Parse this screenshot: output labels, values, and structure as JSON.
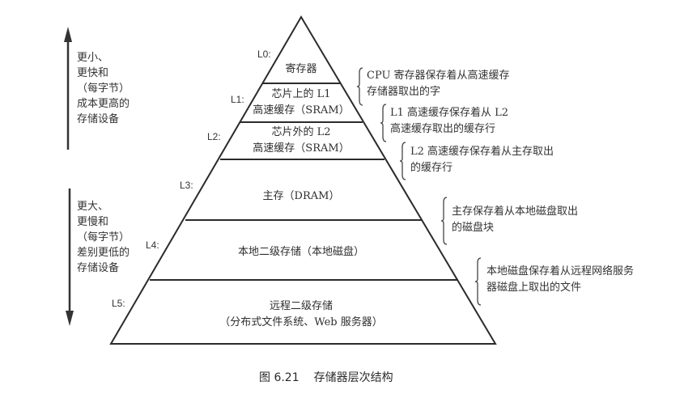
{
  "diagram": {
    "type": "pyramid",
    "side_arrows": {
      "up": {
        "lines": [
          "更小、",
          "更快和",
          "（每字节）",
          "成本更高的",
          "存储设备"
        ]
      },
      "down": {
        "lines": [
          "更大、",
          "更慢和",
          "（每字节）",
          "差别更低的",
          "存储设备"
        ]
      }
    },
    "levels": [
      {
        "id": "L0",
        "label": "L0:",
        "lines": [
          "寄存器"
        ]
      },
      {
        "id": "L1",
        "label": "L1:",
        "lines": [
          "芯片上的 L1",
          "高速缓存（SRAM）"
        ]
      },
      {
        "id": "L2",
        "label": "L2:",
        "lines": [
          "芯片外的 L2",
          "高速缓存（SRAM）"
        ]
      },
      {
        "id": "L3",
        "label": "L3:",
        "lines": [
          "主存（DRAM）"
        ]
      },
      {
        "id": "L4",
        "label": "L4:",
        "lines": [
          "本地二级存储（本地磁盘）"
        ]
      },
      {
        "id": "L5",
        "label": "L5:",
        "lines": [
          "远程二级存储",
          "（分布式文件系统、Web 服务器）"
        ]
      }
    ],
    "notes": [
      {
        "lines": [
          "CPU 寄存器保存着从高速缓存",
          "存储器取出的字"
        ]
      },
      {
        "lines": [
          "L1 高速缓存保存着从 L2",
          "高速缓存取出的缓存行"
        ]
      },
      {
        "lines": [
          "L2 高速缓存保存着从主存取出",
          "的缓存行"
        ]
      },
      {
        "lines": [
          "主存保存着从本地磁盘取出",
          "的磁盘块"
        ]
      },
      {
        "lines": [
          "本地磁盘保存着从远程网络服务",
          "器磁盘上取出的文件"
        ]
      }
    ],
    "caption": {
      "number": "图 6.21",
      "title": "存储器层次结构"
    },
    "colors": {
      "line": "#2b2b2b",
      "text": "#333333",
      "background": "#ffffff"
    }
  }
}
